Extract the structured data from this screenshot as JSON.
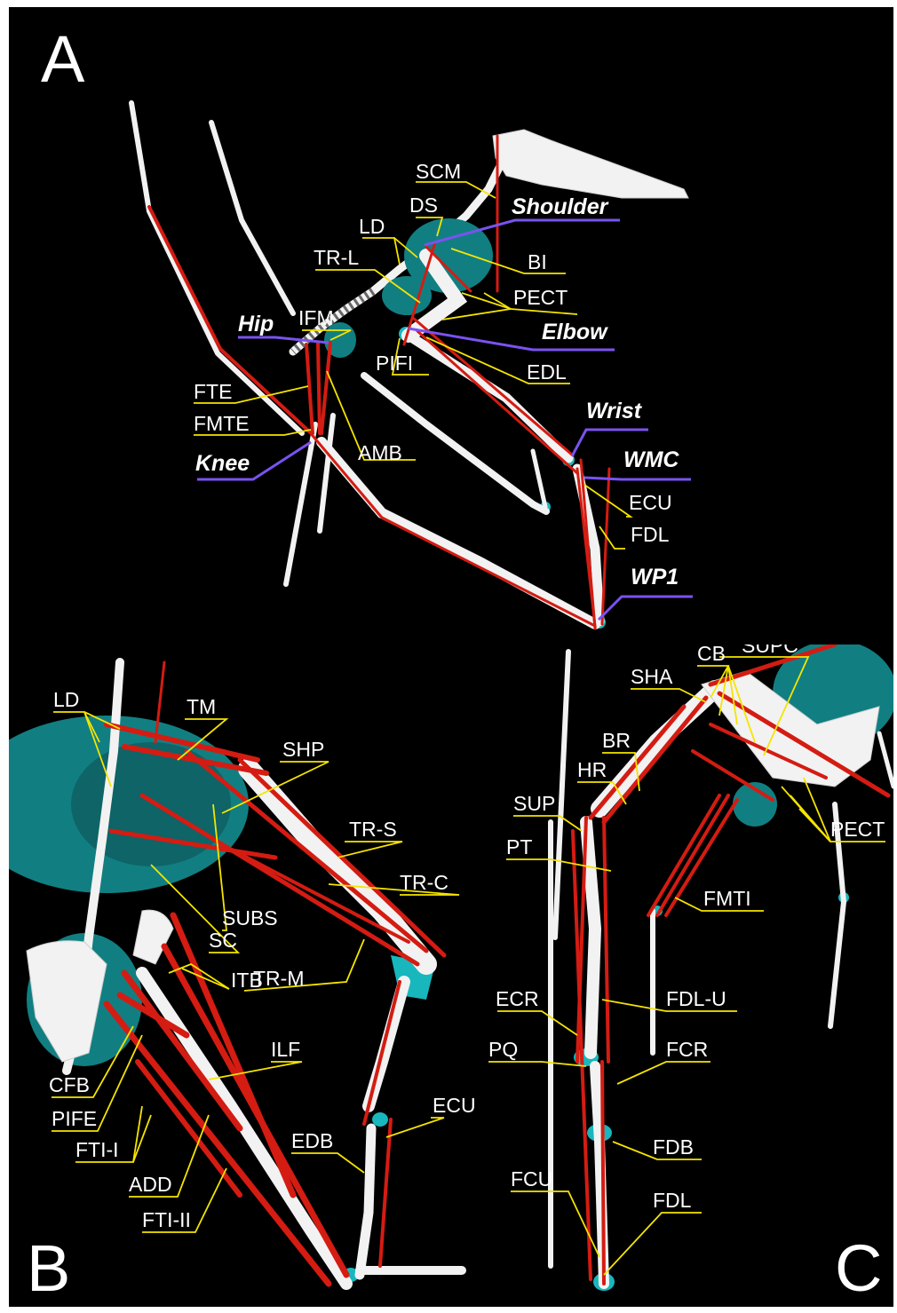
{
  "panels": {
    "a": {
      "label": "A",
      "muscles": [
        "SCM",
        "DS",
        "LD",
        "TR-L",
        "BI",
        "PECT",
        "IFM",
        "PIFI",
        "EDL",
        "FTE",
        "FMTE",
        "AMB",
        "ECU",
        "FDL"
      ],
      "joints": [
        "Shoulder",
        "Hip",
        "Elbow",
        "Wrist",
        "WMC",
        "Knee",
        "WP1"
      ]
    },
    "b": {
      "label": "B",
      "muscles": [
        "LD",
        "TM",
        "SHP",
        "TR-S",
        "TR-C",
        "SUBS",
        "SC",
        "TR-M",
        "ITB",
        "ILF",
        "CFB",
        "PIFE",
        "FTI-I",
        "ADD",
        "FTI-II",
        "EDB",
        "ECU"
      ]
    },
    "c": {
      "label": "C",
      "muscles": [
        "SUPC",
        "CB",
        "SHA",
        "BR",
        "HR",
        "SUP",
        "PT",
        "PECT",
        "FMTI",
        "FDL-U",
        "ECR",
        "PQ",
        "FCR",
        "FDB",
        "FCU",
        "FDL"
      ]
    }
  },
  "colors": {
    "background": "#000000",
    "bone": "#f2f2f2",
    "muscle": "#d41c12",
    "cartilage": "#18b7bd",
    "muscle_leader": "#f5e400",
    "joint_leader": "#7a52f0"
  }
}
